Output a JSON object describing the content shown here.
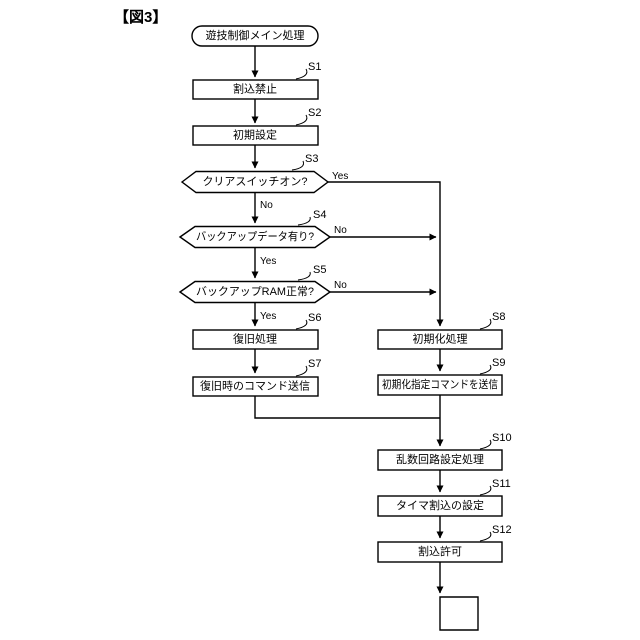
{
  "figure": {
    "label": "【図3】"
  },
  "start": {
    "label": "遊技制御メイン処理"
  },
  "steps": {
    "s1": {
      "id": "S1",
      "label": "割込禁止"
    },
    "s2": {
      "id": "S2",
      "label": "初期設定"
    },
    "s3": {
      "id": "S3",
      "label": "クリアスイッチオン?"
    },
    "s4": {
      "id": "S4",
      "label": "バックアップデータ有り?"
    },
    "s5": {
      "id": "S5",
      "label": "バックアップRAM正常?"
    },
    "s6": {
      "id": "S6",
      "label": "復旧処理"
    },
    "s7": {
      "id": "S7",
      "label": "復旧時のコマンド送信"
    },
    "s8": {
      "id": "S8",
      "label": "初期化処理"
    },
    "s9": {
      "id": "S9",
      "label": "初期化指定コマンドを送信"
    },
    "s10": {
      "id": "S10",
      "label": "乱数回路設定処理"
    },
    "s11": {
      "id": "S11",
      "label": "タイマ割込の設定"
    },
    "s12": {
      "id": "S12",
      "label": "割込許可"
    }
  },
  "branches": {
    "s3_yes": "Yes",
    "s3_no": "No",
    "s4_no": "No",
    "s4_yes": "Yes",
    "s5_no": "No",
    "s5_yes": "Yes"
  }
}
